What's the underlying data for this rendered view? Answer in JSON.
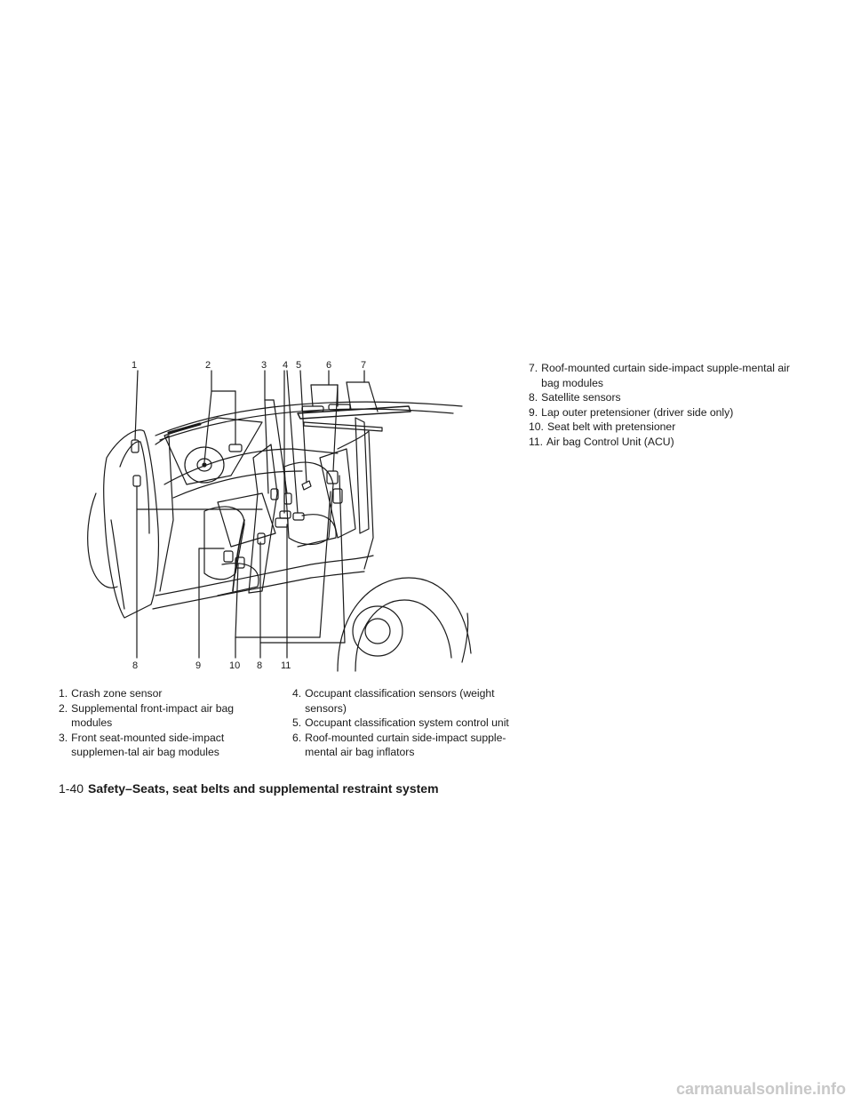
{
  "figure": {
    "callouts_top": [
      "1",
      "2",
      "3",
      "4",
      "5",
      "6",
      "7"
    ],
    "callouts_bottom": [
      "8",
      "9",
      "10",
      "8",
      "11"
    ]
  },
  "legend": {
    "col1": [
      {
        "num": "1.",
        "text": "Crash zone sensor"
      },
      {
        "num": "2.",
        "text": "Supplemental front-impact air bag modules"
      },
      {
        "num": "3.",
        "text": "Front seat-mounted side-impact supplemen-tal air bag modules"
      }
    ],
    "col2": [
      {
        "num": "4.",
        "text": "Occupant classification sensors (weight sensors)"
      },
      {
        "num": "5.",
        "text": "Occupant classification system control unit"
      },
      {
        "num": "6.",
        "text": "Roof-mounted curtain side-impact supple-mental air bag inflators"
      }
    ],
    "col3": [
      {
        "num": "7.",
        "text": "Roof-mounted curtain side-impact supple-mental air bag modules"
      },
      {
        "num": "8.",
        "text": "Satellite sensors"
      },
      {
        "num": "9.",
        "text": "Lap outer pretensioner (driver side only)"
      },
      {
        "num": "10.",
        "text": "Seat belt with pretensioner"
      },
      {
        "num": "11.",
        "text": "Air bag Control Unit (ACU)"
      }
    ]
  },
  "footer": {
    "page_number": "1-40",
    "section_title": "Safety–Seats, seat belts and supplemental restraint system"
  },
  "watermark": "carmanualsonline.info"
}
